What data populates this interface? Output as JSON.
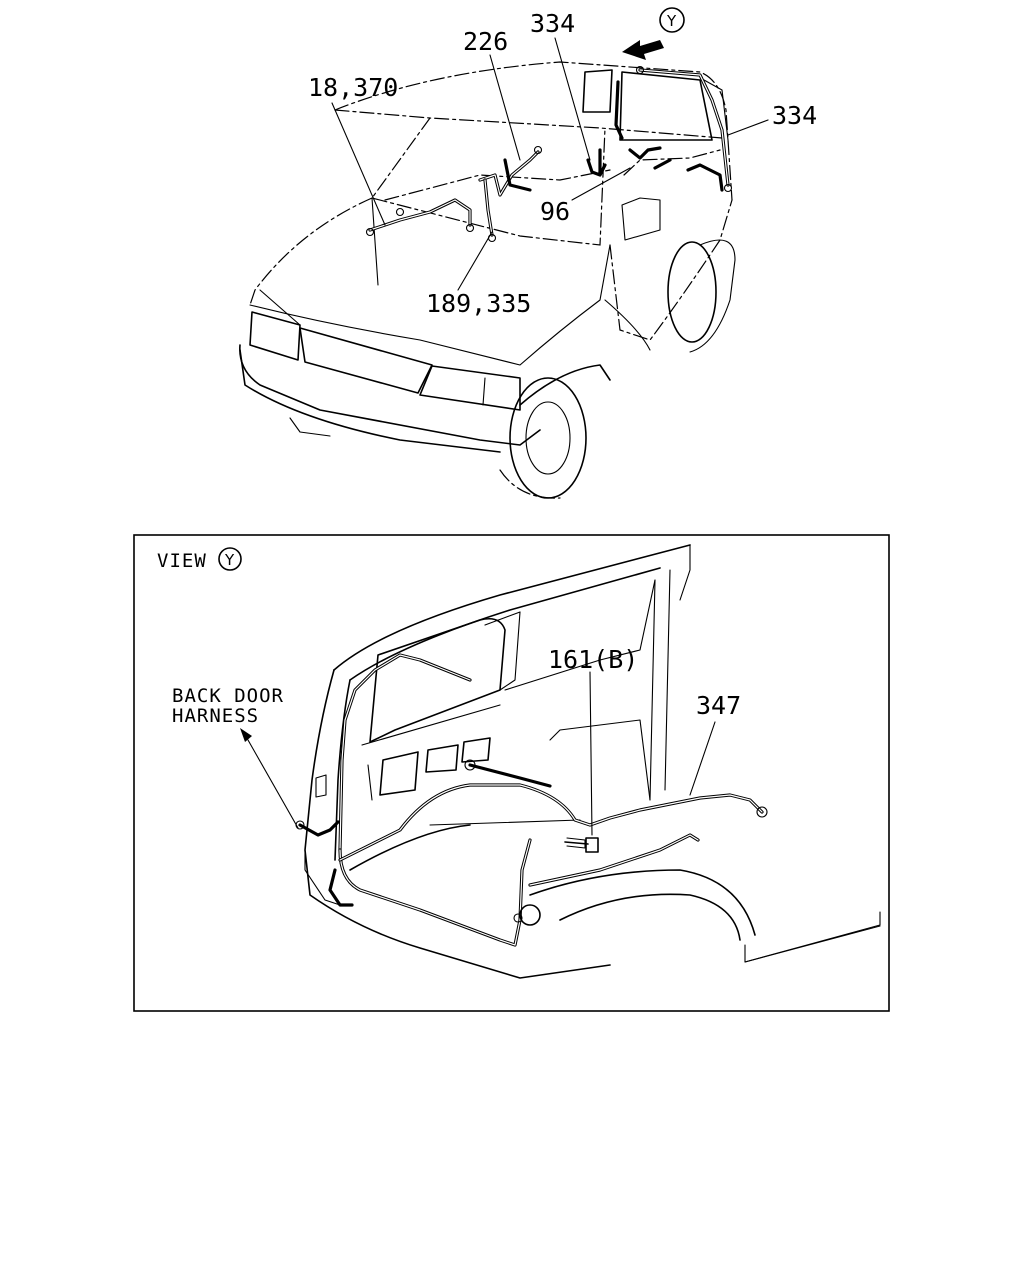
{
  "callouts": {
    "c18_370": "18,370",
    "c226": "226",
    "c334_top": "334",
    "c334_right": "334",
    "c96": "96",
    "c189_335": "189,335",
    "view_marker": "Y"
  },
  "view_panel": {
    "view_word": "VIEW",
    "view_marker": "Y",
    "back_door_line1": "BACK DOOR",
    "back_door_line2": "HARNESS",
    "c161b": "161(B)",
    "c347": "347"
  }
}
